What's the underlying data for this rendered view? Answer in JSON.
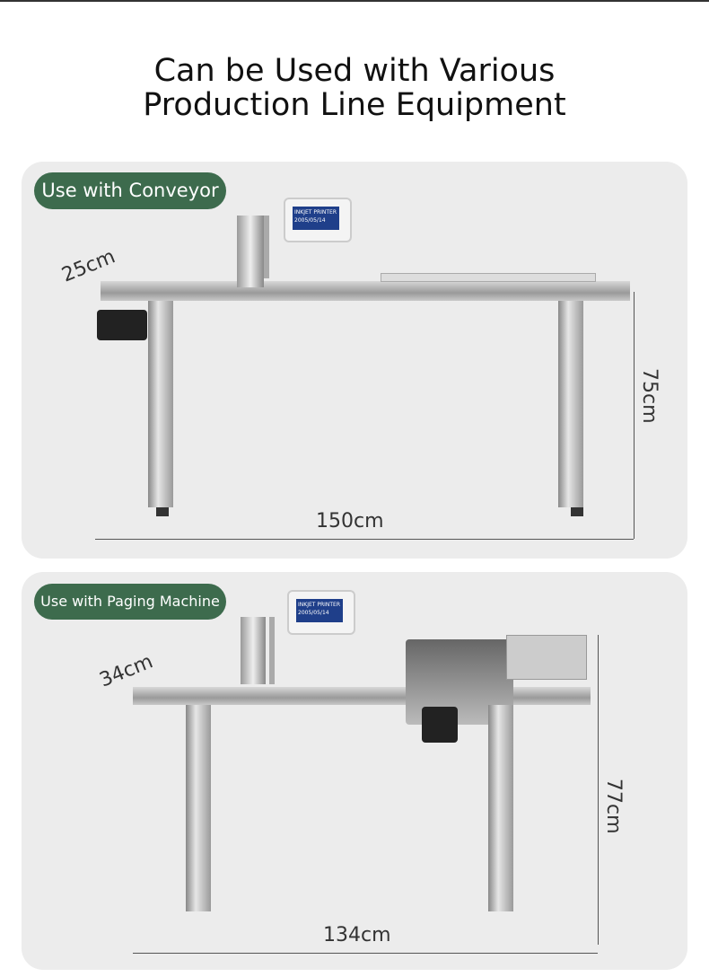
{
  "title": {
    "line1": "Can be Used with Various",
    "line2": "Production Line Equipment"
  },
  "panels": [
    {
      "badge": "Use with Conveyor",
      "screen": {
        "line1": "INKJET PRINTER",
        "line2": "2005/05/14"
      },
      "dims": {
        "width": "25cm",
        "height": "75cm",
        "length": "150cm"
      }
    },
    {
      "badge": "Use with Paging Machine",
      "screen": {
        "line1": "INKJET PRINTER",
        "line2": "2005/05/14"
      },
      "dims": {
        "width": "34cm",
        "height": "77cm",
        "length": "134cm"
      }
    }
  ],
  "colors": {
    "badge": "#3d6b4d",
    "panel": "#ececec"
  }
}
